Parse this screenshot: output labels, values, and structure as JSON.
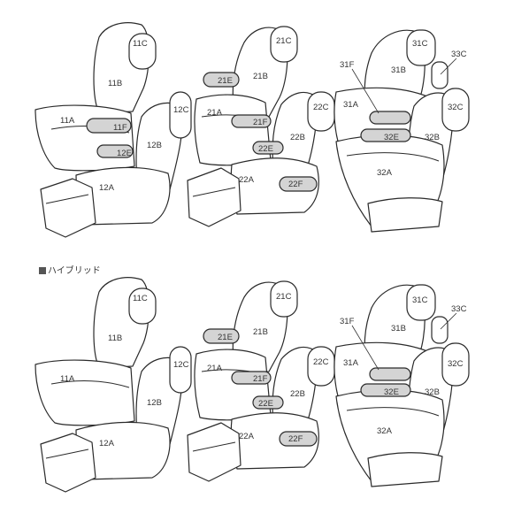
{
  "section_heading": "ハイブリッド",
  "panels": [
    {
      "id": "standard",
      "labels": {
        "11C": "11C",
        "11B": "11B",
        "11A": "11A",
        "11F": "11F",
        "12C": "12C",
        "12E": "12E",
        "12B": "12B",
        "12A": "12A",
        "21C": "21C",
        "21E": "21E",
        "21B": "21B",
        "21A": "21A",
        "21F": "21F",
        "22C": "22C",
        "22E": "22E",
        "22B": "22B",
        "22A": "22A",
        "22F": "22F",
        "31C": "31C",
        "33C": "33C",
        "31F": "31F",
        "31B": "31B",
        "31A": "31A",
        "32C": "32C",
        "32E": "32E",
        "32B": "32B",
        "32A": "32A"
      }
    },
    {
      "id": "hybrid",
      "labels": {
        "11C": "11C",
        "11B": "11B",
        "11A": "11A",
        "12C": "12C",
        "12B": "12B",
        "12A": "12A",
        "21C": "21C",
        "21E": "21E",
        "21B": "21B",
        "21A": "21A",
        "21F": "21F",
        "22C": "22C",
        "22E": "22E",
        "22B": "22B",
        "22A": "22A",
        "22F": "22F",
        "31C": "31C",
        "33C": "33C",
        "31F": "31F",
        "31B": "31B",
        "31A": "31A",
        "32C": "32C",
        "32E": "32E",
        "32B": "32B",
        "32A": "32A"
      }
    }
  ]
}
